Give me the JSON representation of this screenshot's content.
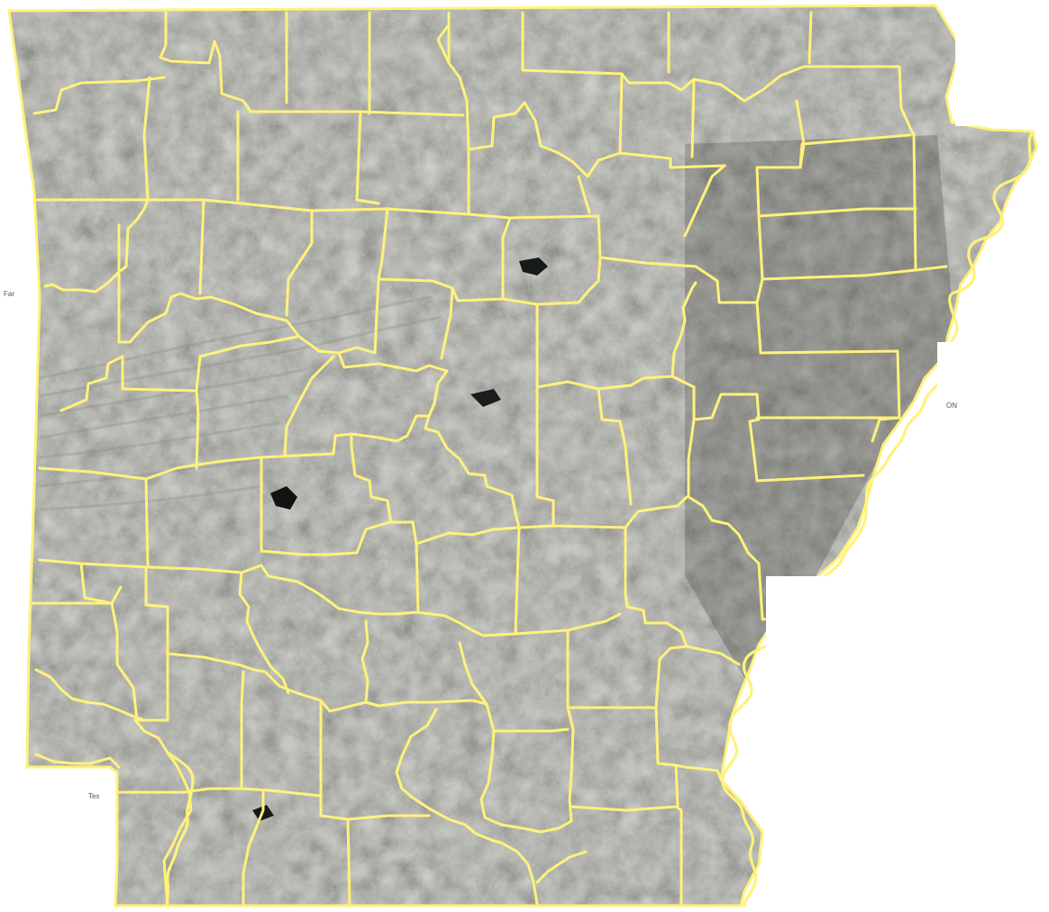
{
  "map": {
    "kind": "satellite imagery with county boundaries",
    "colors": {
      "background": "#ffffff",
      "terrain_dark": "#2f302c",
      "terrain_mid": "#4a4b45",
      "terrain_light": "#7d7f78",
      "ridge_light": "#a9aaa2",
      "county_boundary": "#fff27a"
    },
    "edge_labels": {
      "west_a": "Far",
      "west_b": "Tex",
      "east_a": "ON"
    }
  }
}
